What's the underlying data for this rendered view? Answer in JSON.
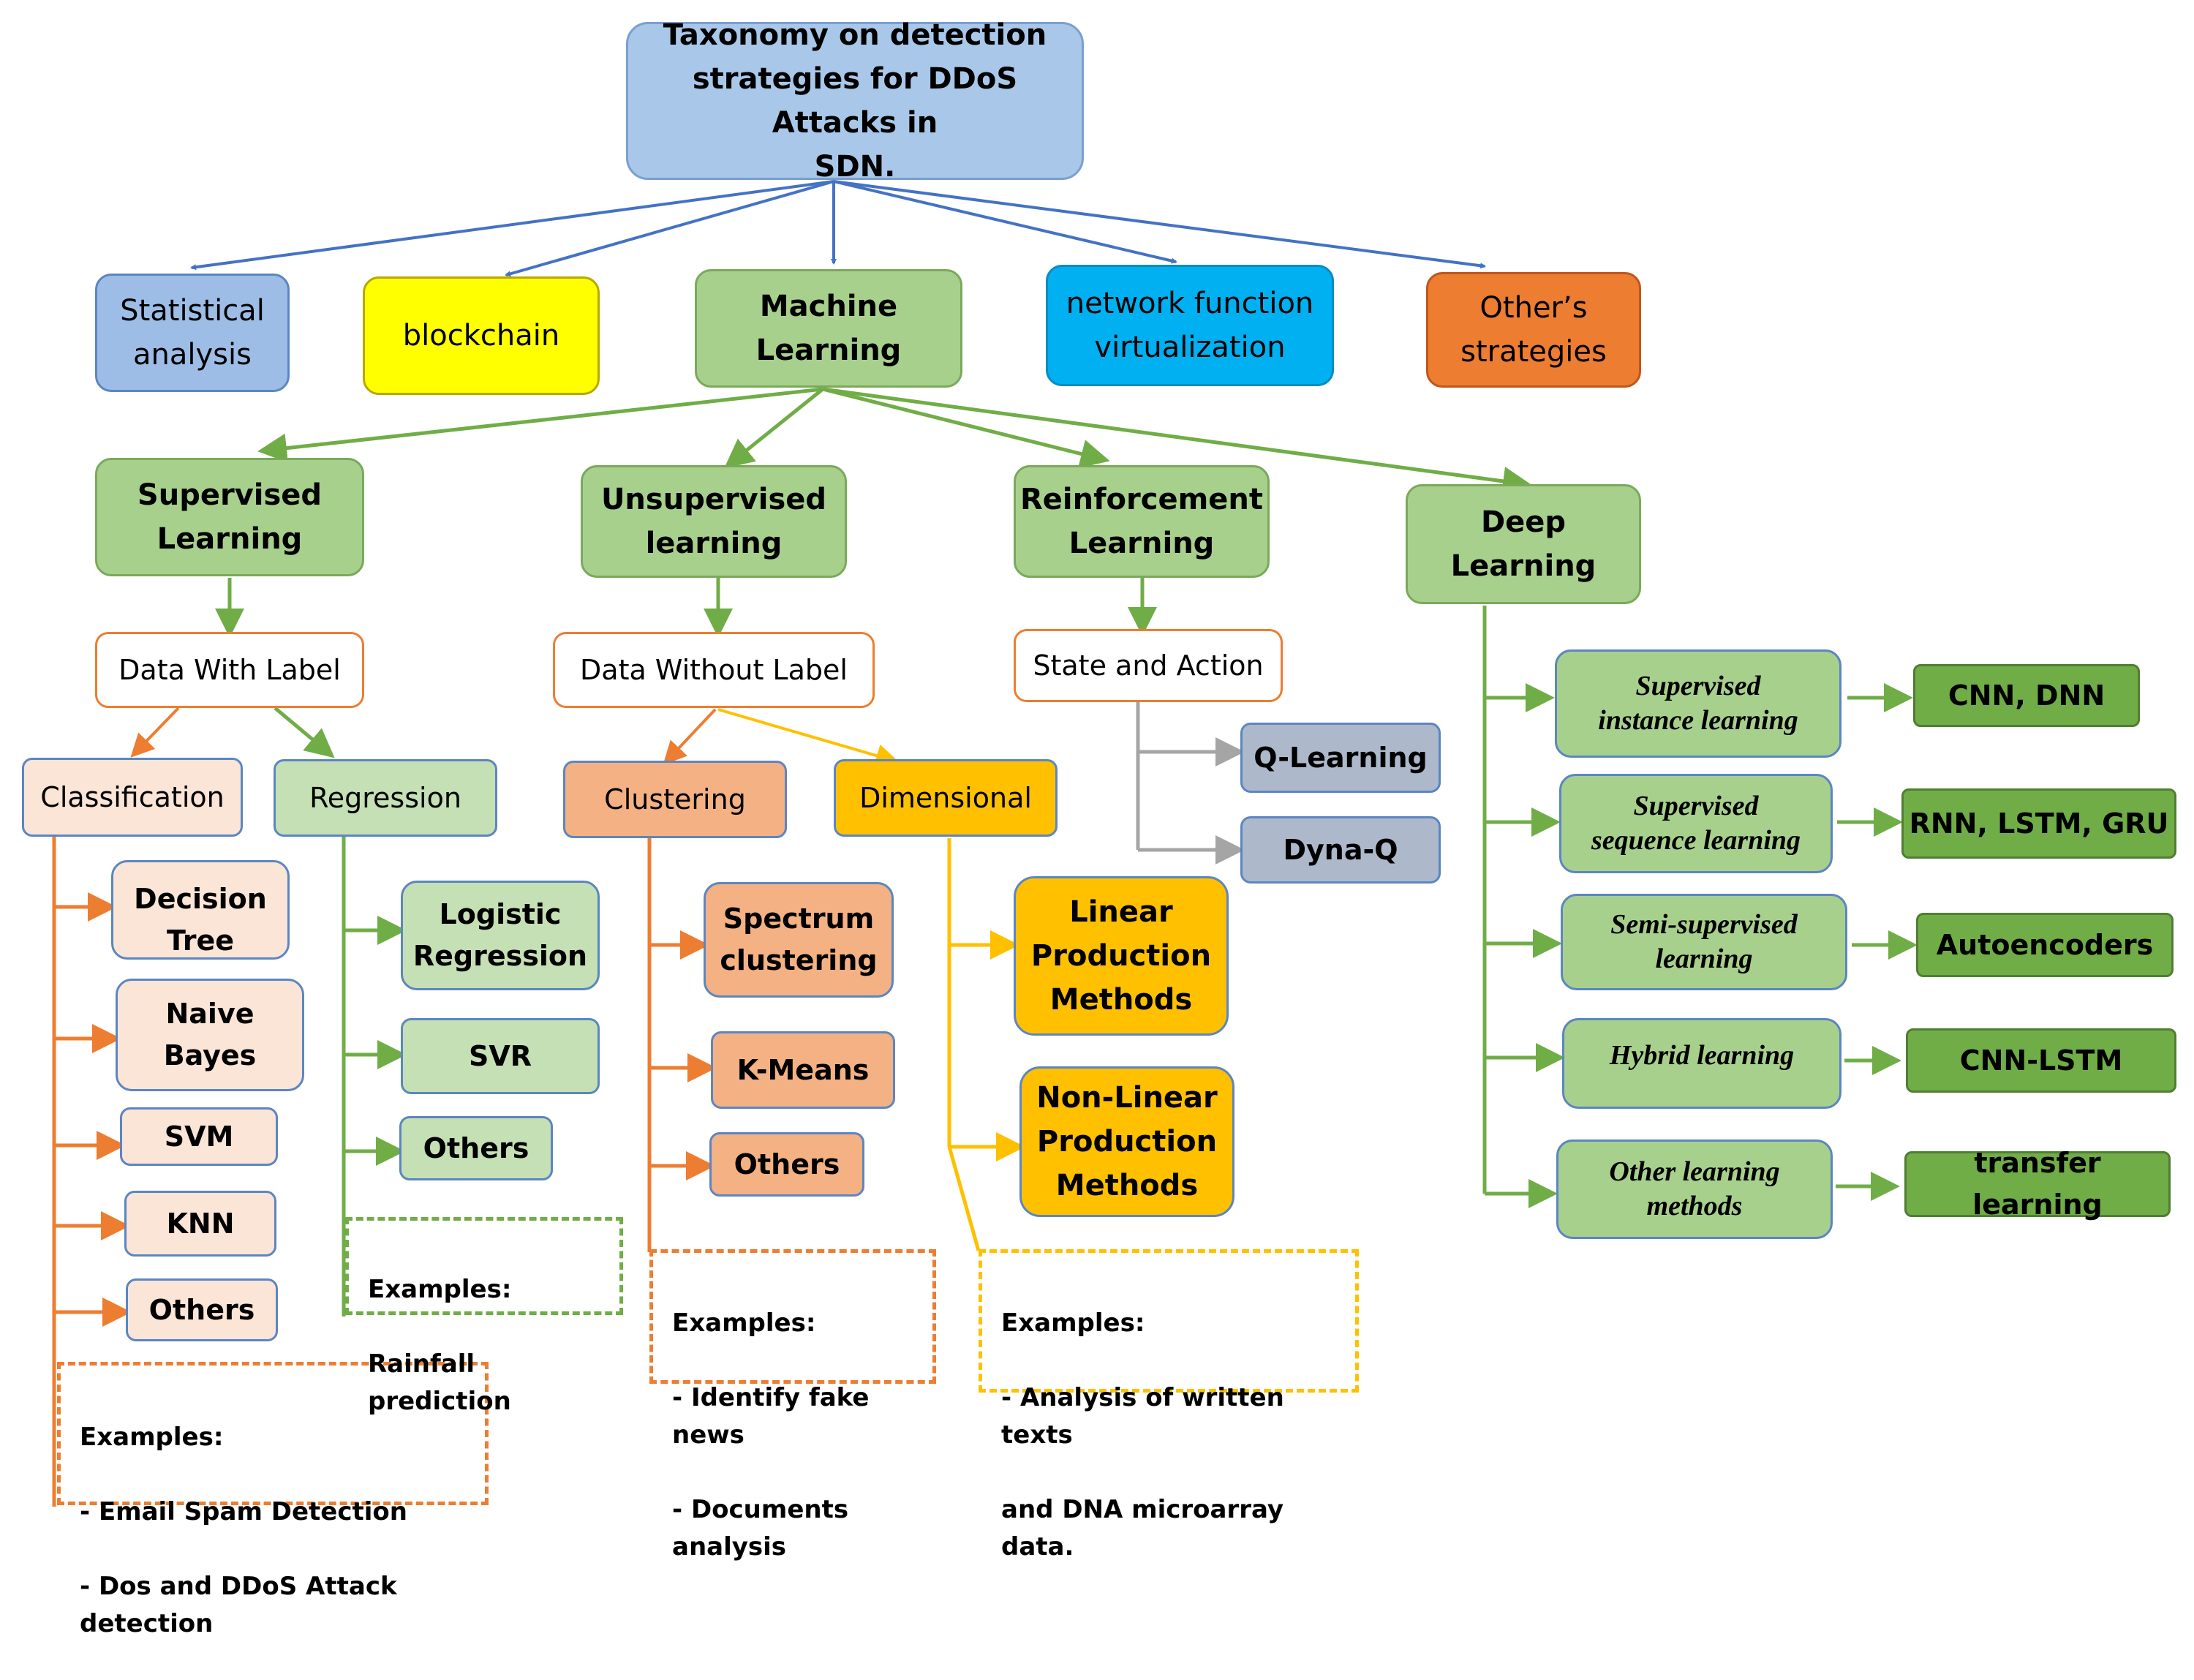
{
  "root": "Taxonomy on detection\nstrategies for DDoS Attacks in\nSDN.",
  "level1": {
    "statistical": "Statistical\nanalysis",
    "blockchain": "blockchain",
    "machine_learning": "Machine\nLearning",
    "nfv": "network function\nvirtualization",
    "other_strategies": "Other’s\nstrategies"
  },
  "ml_branches": {
    "supervised": "Supervised\nLearning",
    "unsupervised": "Unsupervised\nlearning",
    "reinforcement": "Reinforcement\nLearning",
    "deep": "Deep\nLearning"
  },
  "data_labels": {
    "with_label": "Data With Label",
    "without_label": "Data Without Label",
    "state_action": "State and Action"
  },
  "categories": {
    "classification": "Classification",
    "regression": "Regression",
    "clustering": "Clustering",
    "dimensional": "Dimensional"
  },
  "classification_methods": [
    "Decision\nTree",
    "Naive\nBayes",
    "SVM",
    "KNN",
    "Others"
  ],
  "regression_methods": [
    "Logistic\nRegression",
    "SVR",
    "Others"
  ],
  "clustering_methods": [
    "Spectrum\nclustering",
    "K-Means",
    "Others"
  ],
  "dimensional_methods": [
    "Linear\nProduction\nMethods",
    "Non-Linear\nProduction\nMethods"
  ],
  "reinforcement_methods": [
    "Q-Learning",
    "Dyna-Q"
  ],
  "deep_learning": [
    {
      "type": "Supervised\ninstance learning",
      "model": "CNN, DNN"
    },
    {
      "type": "Supervised\nsequence learning",
      "model": "RNN, LSTM, GRU"
    },
    {
      "type": "Semi-supervised\nlearning",
      "model": "Autoencoders"
    },
    {
      "type": "Hybrid learning",
      "model": "CNN-LSTM"
    },
    {
      "type": "Other learning\nmethods",
      "model": "transfer learning"
    }
  ],
  "examples": {
    "classification": [
      "Examples:",
      "- Email Spam Detection",
      "- Dos and DDoS Attack detection"
    ],
    "regression": [
      "Examples:",
      "Rainfall prediction"
    ],
    "clustering": [
      "Examples:",
      "-  Identify fake news",
      "-  Documents analysis"
    ],
    "dimensional": [
      "Examples:",
      "-  Analysis of written texts",
      "   and DNA microarray data."
    ]
  },
  "colors": {
    "blue_line": "#4472c4",
    "green_line": "#70ad47",
    "orange_line": "#ed7d31",
    "gold_line": "#ffc000",
    "grey_line": "#a5a5a5"
  }
}
